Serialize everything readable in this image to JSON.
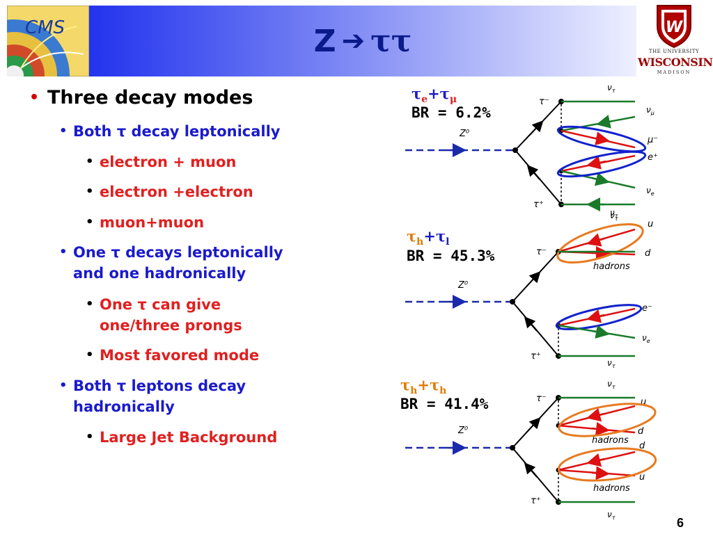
{
  "slide": {
    "title_left": "Z",
    "title_arrow": "➔",
    "title_right": "ττ",
    "page_number": "6"
  },
  "logos": {
    "cms_text": "CMS",
    "uw_line1": "THE UNIVERSITY",
    "uw_line2": "WISCONSIN",
    "uw_line3": "MADISON",
    "uw_shield_letter": "W"
  },
  "bullets": {
    "b1": "Three decay modes",
    "b1_1": "Both τ decay leptonically",
    "b1_1_1": "electron + muon",
    "b1_1_2": "electron +electron",
    "b1_1_3": "muon+muon",
    "b1_2_line1": "One τ decays leptonically",
    "b1_2_line2": "and one hadronically",
    "b1_2_1_line1": "One τ can give",
    "b1_2_1_line2": "one/three prongs",
    "b1_2_2": "Most favored mode",
    "b1_3_line1": "Both τ leptons decay",
    "b1_3_line2": "hadronically",
    "b1_3_1": "Large Jet Background"
  },
  "modes": {
    "m1": {
      "a": "τ",
      "a_sub": "e",
      "plus": "+",
      "b": "τ",
      "b_sub": "μ",
      "br": "BR = 6.2%"
    },
    "m2": {
      "a": "τ",
      "a_sub": "h",
      "plus": "+",
      "b": "τ",
      "b_sub": "l",
      "br": "BR = 45.3%"
    },
    "m3": {
      "a": "τ",
      "a_sub": "h",
      "plus": "+",
      "b": "τ",
      "b_sub": "h",
      "br": "BR = 41.4%"
    }
  },
  "diagram_labels": {
    "z0": "Z⁰",
    "tau_minus": "τ⁻",
    "tau_plus": "τ⁺",
    "nu_tau": "ν",
    "nu_tau_sub": "τ",
    "nu_mu": "ν",
    "nu_mu_sub": "μ",
    "nu_e": "ν",
    "nu_e_sub": "e",
    "mu_minus": "μ⁻",
    "e_plus": "e⁺",
    "e_minus": "e⁻",
    "u": "u",
    "d": "d",
    "hadrons": "hadrons"
  },
  "colors": {
    "lepton_red": "#dd1111",
    "neutrino_green": "#1a7a2a",
    "blue_ellipse": "#1122cc",
    "orange_ellipse": "#e87a20",
    "z_dashed": "#1a2aaa"
  }
}
